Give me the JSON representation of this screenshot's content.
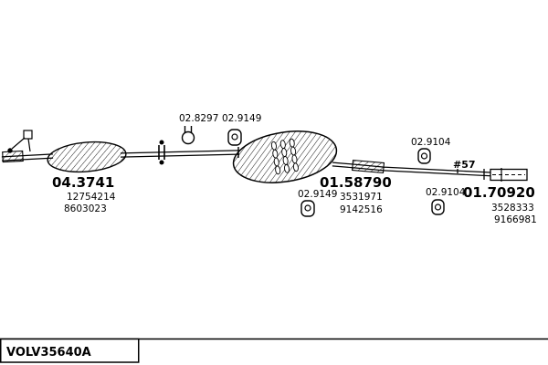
{
  "footer": {
    "catalog_code": "VOLV35640A"
  },
  "parts": {
    "cat": {
      "code": "04.3741",
      "num1": "12754214",
      "num2": "8603023"
    },
    "clamp_top": {
      "code": "02.8297"
    },
    "hanger_top": {
      "code": "02.9149"
    },
    "muffler": {
      "code": "01.58790",
      "num1": "3531971",
      "num2": "9142516"
    },
    "hanger_mid": {
      "code": "02.9149"
    },
    "hanger_right_upper": {
      "code": "02.9104"
    },
    "marker": {
      "code": "#57"
    },
    "hanger_right_lower": {
      "code": "02.9104"
    },
    "tailpipe": {
      "code": "01.70920",
      "num1": "3528333",
      "num2": "9166981"
    }
  },
  "colors": {
    "ink": "#000000",
    "background": "#ffffff"
  }
}
